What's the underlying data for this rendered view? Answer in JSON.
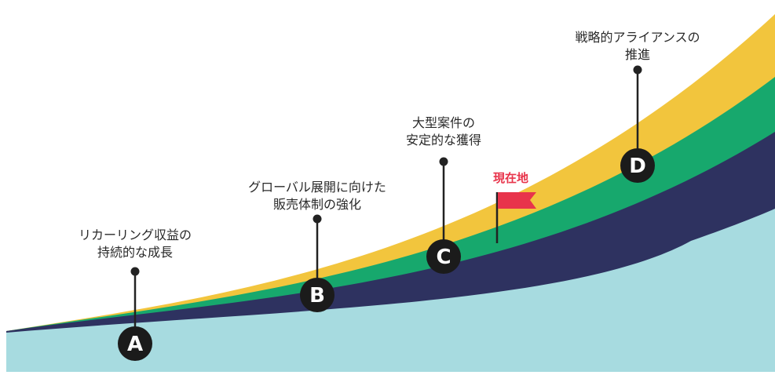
{
  "colors": {
    "base": "#a7dbe0",
    "navy": "#2e3260",
    "green": "#17a86d",
    "yellow": "#f2c53d",
    "stem": "#222222",
    "marker": "#1b1b1b",
    "flag": "#e8344b"
  },
  "milestones": [
    {
      "letter": "A",
      "line1": "リカーリング収益の",
      "line2": "持続的な成長"
    },
    {
      "letter": "B",
      "line1": "グローバル展開に向けた",
      "line2": "販売体制の強化"
    },
    {
      "letter": "C",
      "line1": "大型案件の",
      "line2": "安定的な獲得"
    },
    {
      "letter": "D",
      "line1": "戦略的アライアンスの",
      "line2": "推進"
    }
  ],
  "current_position": {
    "label": "現在地",
    "icon": "flag-icon"
  }
}
